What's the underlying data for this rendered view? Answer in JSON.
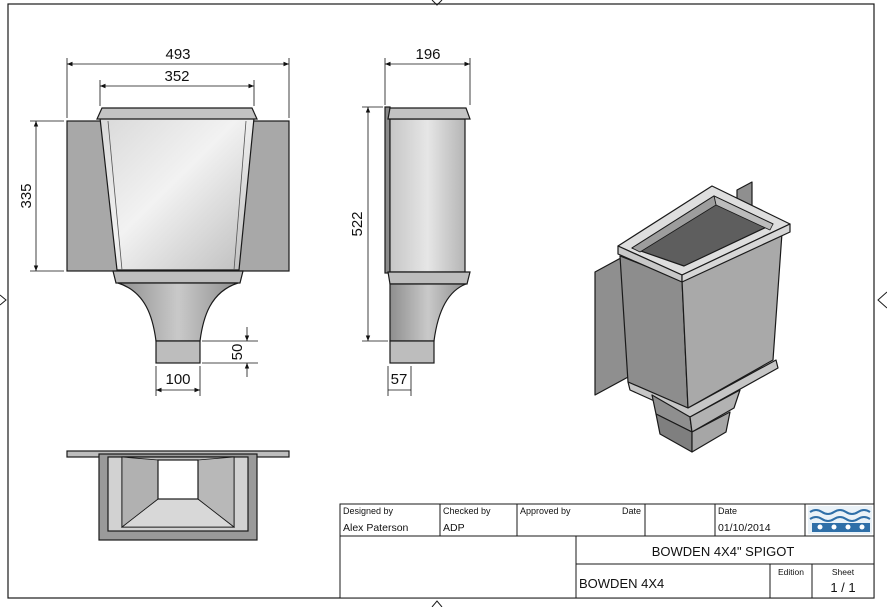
{
  "dimensions": {
    "front_overall_width": "493",
    "front_top_width": "352",
    "front_height": "335",
    "front_spigot_width": "100",
    "front_spigot_height": "50",
    "side_width": "196",
    "side_height": "522",
    "side_spigot_width": "57"
  },
  "title_block": {
    "designed_by_label": "Designed by",
    "designed_by_value": "Alex Paterson",
    "checked_by_label": "Checked by",
    "checked_by_value": "ADP",
    "approved_by_label": "Approved by",
    "date_label_1": "Date",
    "date_label_2": "Date",
    "date_value": "01/10/2014",
    "title": "BOWDEN 4X4\" SPIGOT",
    "part_name": "BOWDEN 4X4",
    "edition_label": "Edition",
    "sheet_label": "Sheet",
    "sheet_value": "1 / 1"
  },
  "colors": {
    "line": "#1a1a1a",
    "fill_light": "#cfcfcf",
    "fill_mid": "#a9a9a9",
    "fill_dark": "#7c7c7c",
    "logo_blue": "#2f6fa8"
  }
}
